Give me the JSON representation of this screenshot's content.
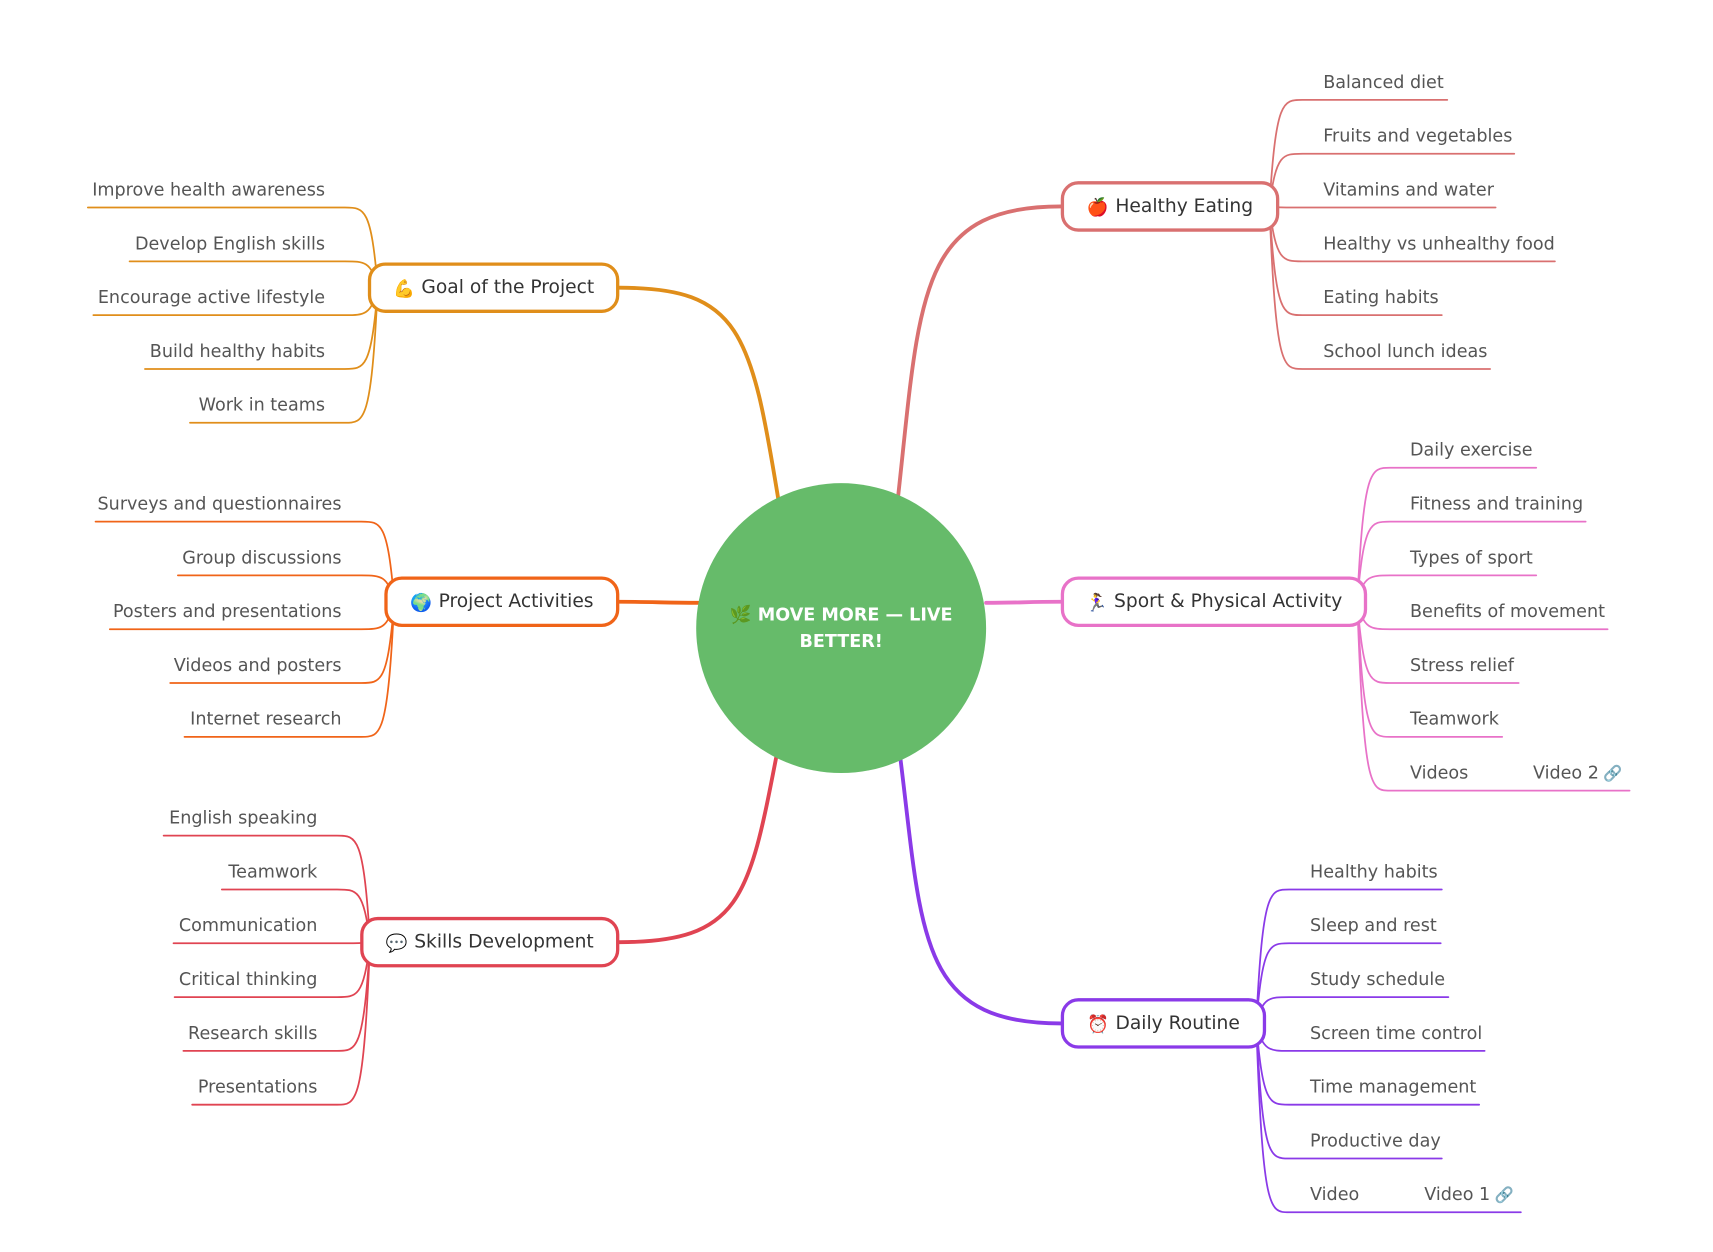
{
  "center": {
    "icon": "leaf-icon",
    "emoji": "🌿",
    "label": "MOVE MORE — LIVE BETTER!",
    "color": "#66bb6a"
  },
  "branches": [
    {
      "id": "goal",
      "emoji": "💪",
      "icon": "flexed-biceps-icon",
      "label": "Goal of the Project",
      "color": "#e08e1a",
      "items": [
        "Improve health awareness",
        "Develop English skills",
        "Encourage active lifestyle",
        "Build healthy habits",
        "Work in teams"
      ]
    },
    {
      "id": "activities",
      "emoji": "🌍",
      "icon": "globe-icon",
      "label": "Project Activities",
      "color": "#f06418",
      "items": [
        "Surveys and questionnaires",
        "Group discussions",
        "Posters and presentations",
        "Videos and posters",
        "Internet research"
      ]
    },
    {
      "id": "skills",
      "emoji": "💬",
      "icon": "speech-bubble-icon",
      "label": "Skills Development",
      "color": "#e04452",
      "items": [
        "English speaking",
        "Teamwork",
        "Communication",
        "Critical thinking",
        "Research skills",
        "Presentations"
      ]
    },
    {
      "id": "eating",
      "emoji": "🍎",
      "icon": "apple-icon",
      "label": "Healthy Eating",
      "color": "#d97070",
      "items": [
        "Balanced diet",
        "Fruits and vegetables",
        "Vitamins and water",
        "Healthy vs unhealthy food",
        "Eating habits",
        "School lunch ideas"
      ]
    },
    {
      "id": "sport",
      "emoji": "🏃‍♀️",
      "icon": "runner-icon",
      "label": "Sport & Physical Activity",
      "color": "#e872c8",
      "items": [
        "Daily exercise",
        "Fitness and training",
        "Types of sport",
        "Benefits of movement",
        "Stress relief",
        "Teamwork",
        "Videos"
      ],
      "links": {
        "6": "Video 2"
      }
    },
    {
      "id": "routine",
      "emoji": "⏰",
      "icon": "alarm-clock-icon",
      "label": "Daily Routine",
      "color": "#8a3ae8",
      "items": [
        "Healthy habits",
        "Sleep and rest",
        "Study schedule",
        "Screen time control",
        "Time management",
        "Productive day",
        "Video"
      ],
      "links": {
        "6": "Video 1"
      }
    }
  ],
  "link_icon": {
    "name": "link-icon",
    "glyph": "🔗"
  }
}
